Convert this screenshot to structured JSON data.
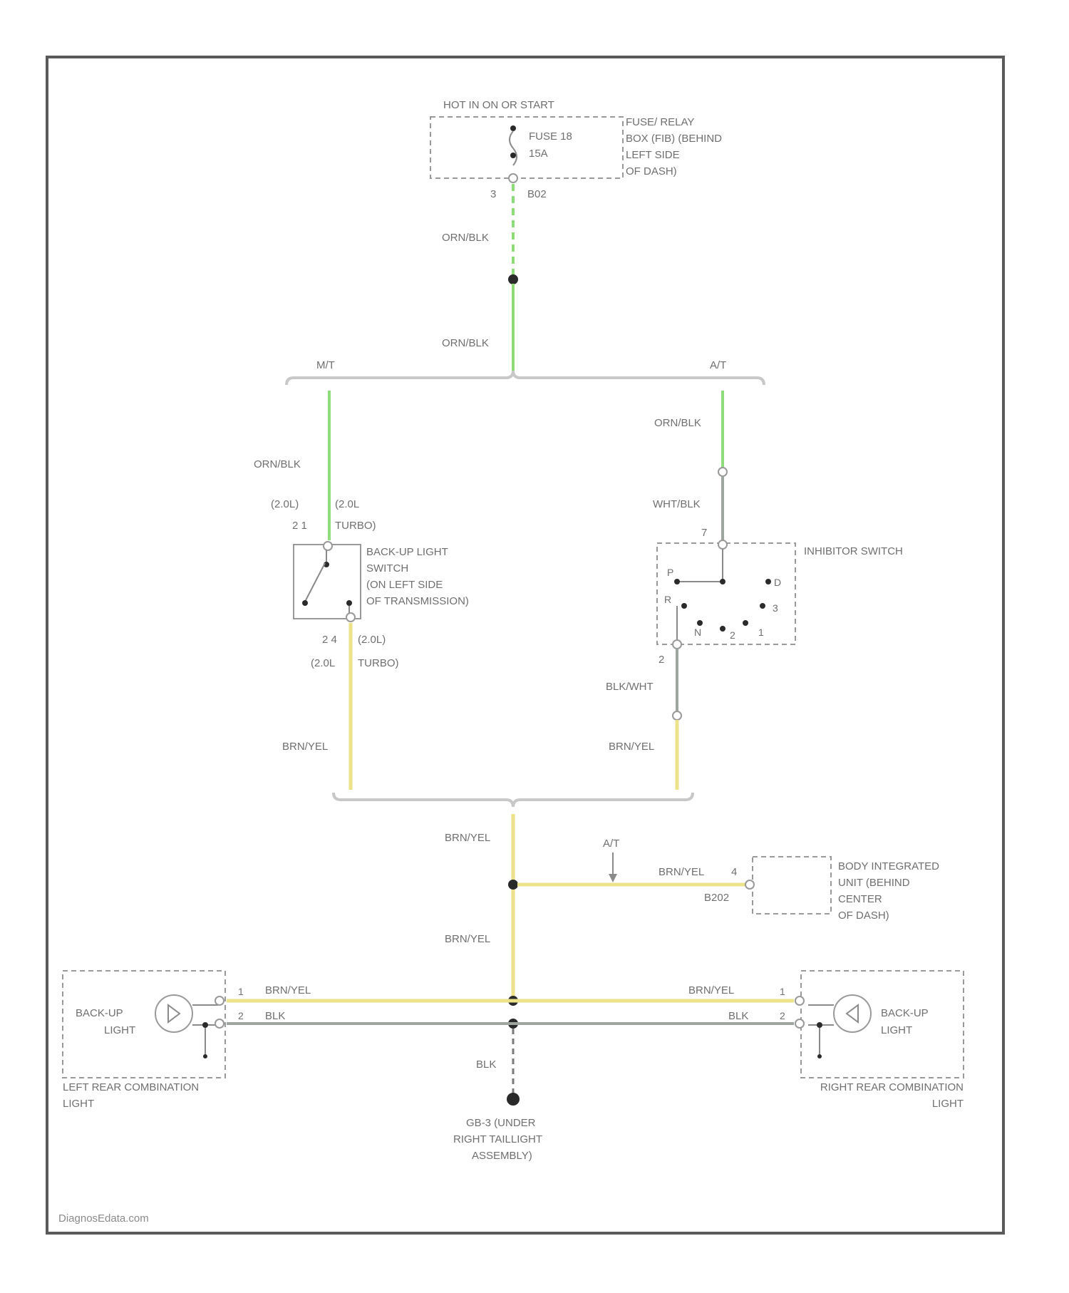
{
  "diagram": {
    "power_source": "HOT IN ON OR START",
    "fuse": {
      "name": "FUSE 18",
      "rating": "15A"
    },
    "fuse_box_note": [
      "FUSE/ RELAY",
      "BOX (FIB) (BEHIND",
      "LEFT SIDE",
      "OF DASH)"
    ],
    "fuse_pin": "3",
    "fuse_connector": "B02",
    "branch_mt": "M/T",
    "branch_at": "A/T",
    "wires": {
      "org_blk": "ORN/BLK",
      "wht_blk": "WHT/BLK",
      "blk_wht": "BLK/WHT",
      "brn_yel": "BRN/YEL",
      "blk": "BLK"
    },
    "backup_switch": {
      "label": [
        "BACK-UP LIGHT",
        "SWITCH",
        "(ON LEFT SIDE",
        "OF TRANSMISSION)"
      ],
      "pin_top_left": "(2.0L)",
      "pin_top_left_2": "2 1",
      "pin_top_right": "(2.0L",
      "pin_top_right_2": "TURBO)",
      "pin_bot_left": "2 4",
      "pin_bot_left_2": "(2.0L",
      "pin_bot_right": "(2.0L)",
      "pin_bot_right_2": "TURBO)"
    },
    "inhibitor_switch": {
      "label": "INHIBITOR SWITCH",
      "pin_in": "7",
      "pin_out": "2",
      "positions": [
        "P",
        "R",
        "N",
        "D",
        "3",
        "2",
        "1"
      ]
    },
    "biu": {
      "label": [
        "BODY INTEGRATED",
        "UNIT (BEHIND",
        "CENTER",
        "OF DASH)"
      ],
      "pin": "4",
      "connector": "B202",
      "branch": "A/T"
    },
    "left_light": {
      "inner_label": [
        "BACK-UP",
        "LIGHT"
      ],
      "outer_label": [
        "LEFT REAR COMBINATION",
        "LIGHT"
      ],
      "pin_a": "1",
      "pin_b": "2"
    },
    "right_light": {
      "inner_label": [
        "BACK-UP",
        "LIGHT"
      ],
      "outer_label": [
        "RIGHT REAR COMBINATION",
        "LIGHT"
      ],
      "pin_a": "1",
      "pin_b": "2"
    },
    "ground": [
      "GB-3 (UNDER",
      "RIGHT TAILLIGHT",
      "ASSEMBLY)"
    ],
    "watermark": "DiagnosEdata.com"
  }
}
